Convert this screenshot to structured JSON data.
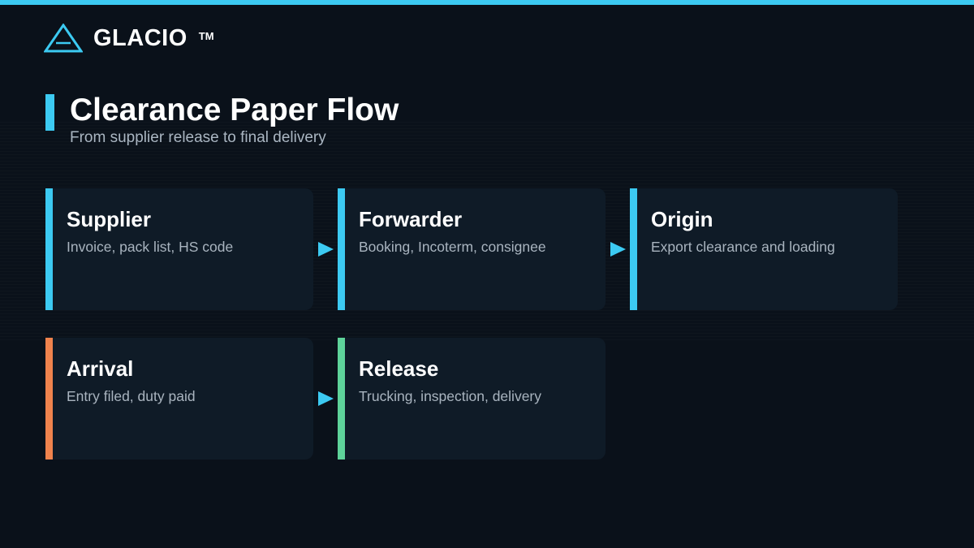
{
  "brand": {
    "name": "GLACIO",
    "trademark": "TM",
    "logo_icon": "triangle-logo-icon",
    "accent_color": "#3ccaf2"
  },
  "slide": {
    "title": "Clearance Paper Flow",
    "subtitle": "From supplier release to final delivery"
  },
  "flow": {
    "connector_icon": "play-arrow-icon",
    "steps": [
      {
        "title": "Supplier",
        "description": "Invoice, pack list, HS code",
        "color": "#3ccaf2"
      },
      {
        "title": "Forwarder",
        "description": "Booking, Incoterm, consignee",
        "color": "#3ccaf2"
      },
      {
        "title": "Origin",
        "description": "Export clearance and loading",
        "color": "#3ccaf2"
      },
      {
        "title": "Arrival",
        "description": "Entry filed, duty paid",
        "color": "#f0834d"
      },
      {
        "title": "Release",
        "description": "Trucking, inspection, delivery",
        "color": "#5ed39a"
      }
    ]
  }
}
